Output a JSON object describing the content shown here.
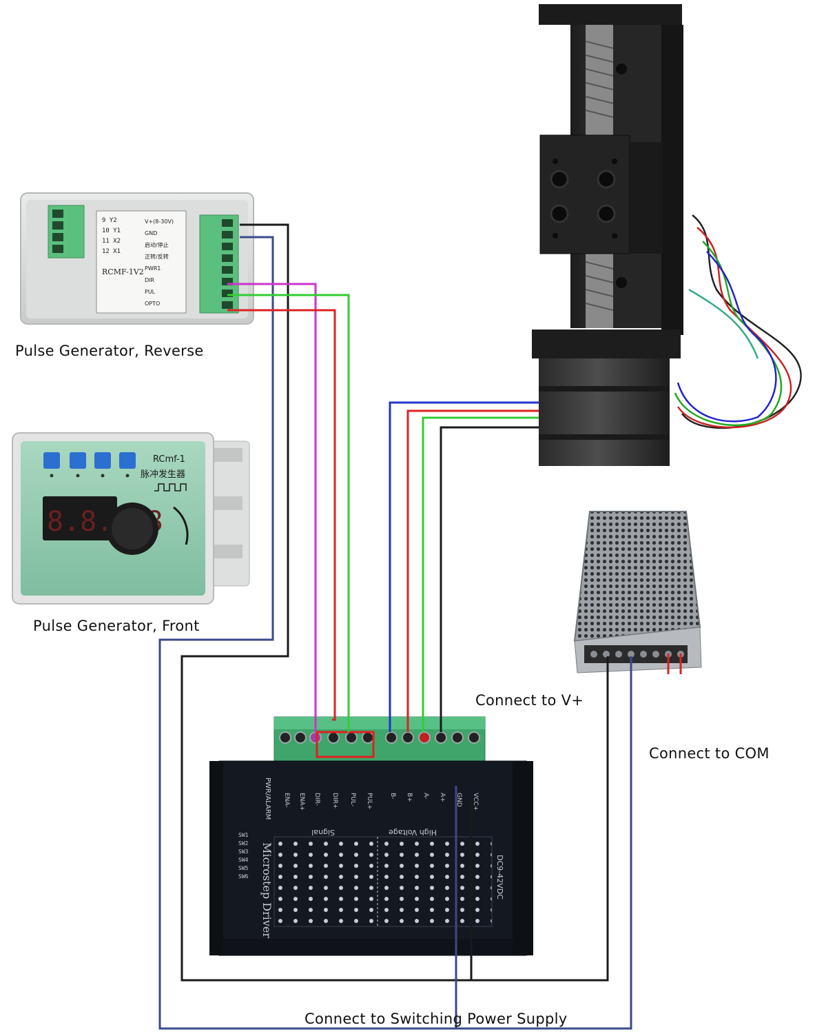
{
  "labels": {
    "pulse_reverse": "Pulse Generator, Reverse",
    "pulse_front": "Pulse Generator, Front",
    "connect_vplus": "Connect to V+",
    "connect_com": "Connect to COM",
    "connect_psu": "Connect to Switching Power Supply"
  },
  "pulse_generator_reverse": {
    "model": "RCMF-1V2",
    "terminal_rows": [
      "V+(8-30V)",
      "GND",
      "启动/停止",
      "正转/反转",
      "PWR1",
      "DIR",
      "PUL",
      "OPTO"
    ],
    "pin_tags": [
      "9 Y2",
      "10 Y1",
      "11 X2",
      "12 X1"
    ]
  },
  "pulse_generator_front": {
    "model": "RCmf-1",
    "subtitle": "脉冲发生器",
    "display": "8.8.8.8"
  },
  "driver": {
    "title": "Microstep Driver",
    "voltage": "DC9-42VDC",
    "terminals": [
      "ENA-",
      "ENA+",
      "DIR-",
      "DIR+",
      "PUL-",
      "PUL+",
      "B-",
      "B+",
      "A-",
      "A+",
      "GND",
      "VCC+"
    ],
    "section_signal": "Signal",
    "section_power": "High Voltage",
    "alarm": "PWR/ALARM",
    "switch_labels": [
      "SW1",
      "SW2",
      "SW3",
      "SW4",
      "SW5",
      "SW6"
    ]
  },
  "wire_colors": {
    "black": "#1a1a1a",
    "navy": "#3a4a8a",
    "magenta": "#cc33cc",
    "green": "#33cc33",
    "red": "#dd2222",
    "blue": "#2233cc",
    "driver_red": "#e02020"
  }
}
